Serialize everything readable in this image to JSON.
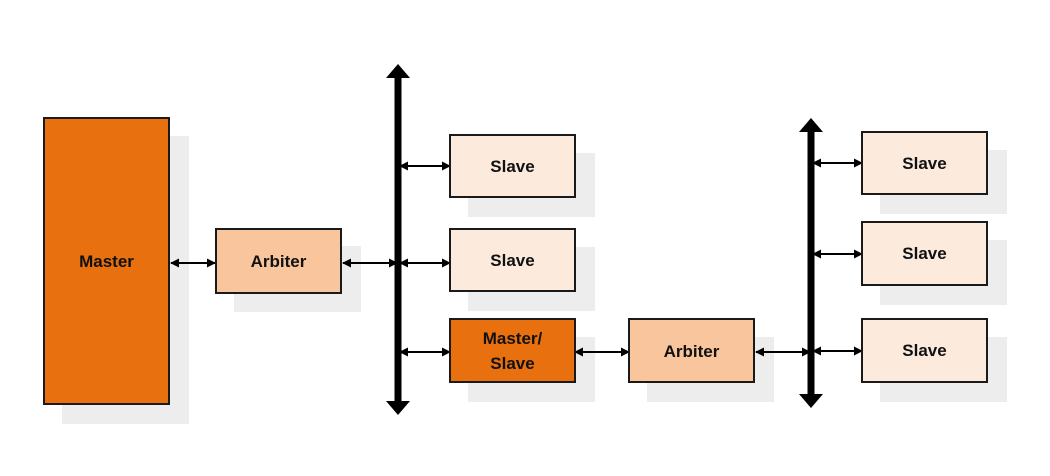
{
  "colors": {
    "master": "#E8700F",
    "arbiter": "#F8C59C",
    "slave": "#FCEBDD",
    "border": "#1a1a1a",
    "shadow": "#EDEDED",
    "bus": "#000000"
  },
  "nodes": {
    "master": {
      "label": "Master"
    },
    "arbiter_1": {
      "label": "Arbiter"
    },
    "slave_1": {
      "label": "Slave"
    },
    "slave_2": {
      "label": "Slave"
    },
    "master_slave": {
      "label_line1": "Master/",
      "label_line2": "Slave"
    },
    "arbiter_2": {
      "label": "Arbiter"
    },
    "slave_3": {
      "label": "Slave"
    },
    "slave_4": {
      "label": "Slave"
    },
    "slave_5": {
      "label": "Slave"
    }
  }
}
